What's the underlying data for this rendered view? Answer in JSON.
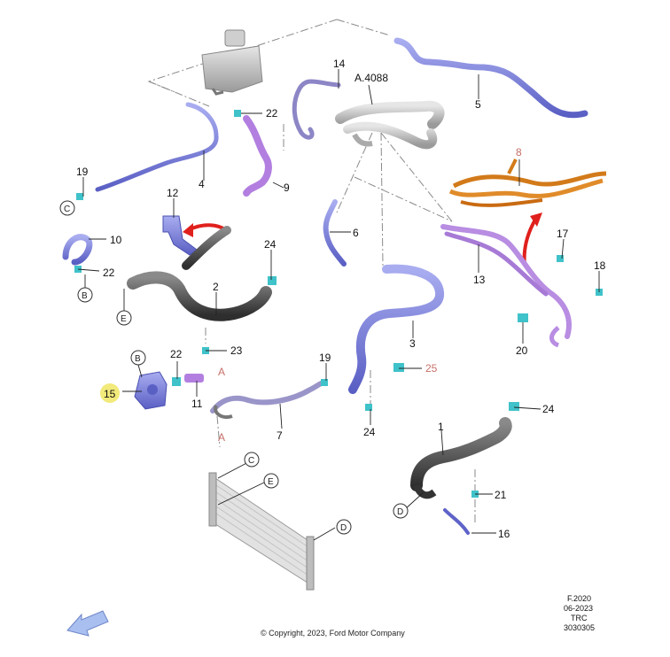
{
  "callouts": {
    "c1": "1",
    "c2": "2",
    "c3": "3",
    "c4": "4",
    "c5": "5",
    "c6": "6",
    "c7": "7",
    "c8": "8",
    "c9": "9",
    "c10": "10",
    "c11": "11",
    "c12": "12",
    "c13": "13",
    "c14": "14",
    "c15": "15",
    "c16": "16",
    "c17": "17",
    "c18": "18",
    "c19a": "19",
    "c19b": "19",
    "c20": "20",
    "c21": "21",
    "c22a": "22",
    "c22b": "22",
    "c22c": "22",
    "c23": "23",
    "c24a": "24",
    "c24b": "24",
    "c24c": "24",
    "c25": "25",
    "ref": "A.4088",
    "markA1": "A",
    "markA2": "A"
  },
  "connectors": {
    "C1": "C",
    "C2": "C",
    "B1": "B",
    "B2": "B",
    "E1": "E",
    "E2": "E",
    "D1": "D",
    "D2": "D"
  },
  "meta": {
    "figure": "F.2020",
    "date": "06-2023",
    "code": "TRC",
    "number": "3030305"
  },
  "copyright": "© Copyright, 2023, Ford Motor Company",
  "colors": {
    "blue_hose": "#7b7fd8",
    "purple_hose": "#a77ad6",
    "orange_hose": "#d27a1a",
    "dark_hose": "#4a4a4a",
    "red_arrow": "#e0201c",
    "clip": "#3fc2c9",
    "highlight": "#f2ea7a"
  },
  "icons": {
    "direction_arrow": "front-direction-arrow-icon"
  }
}
